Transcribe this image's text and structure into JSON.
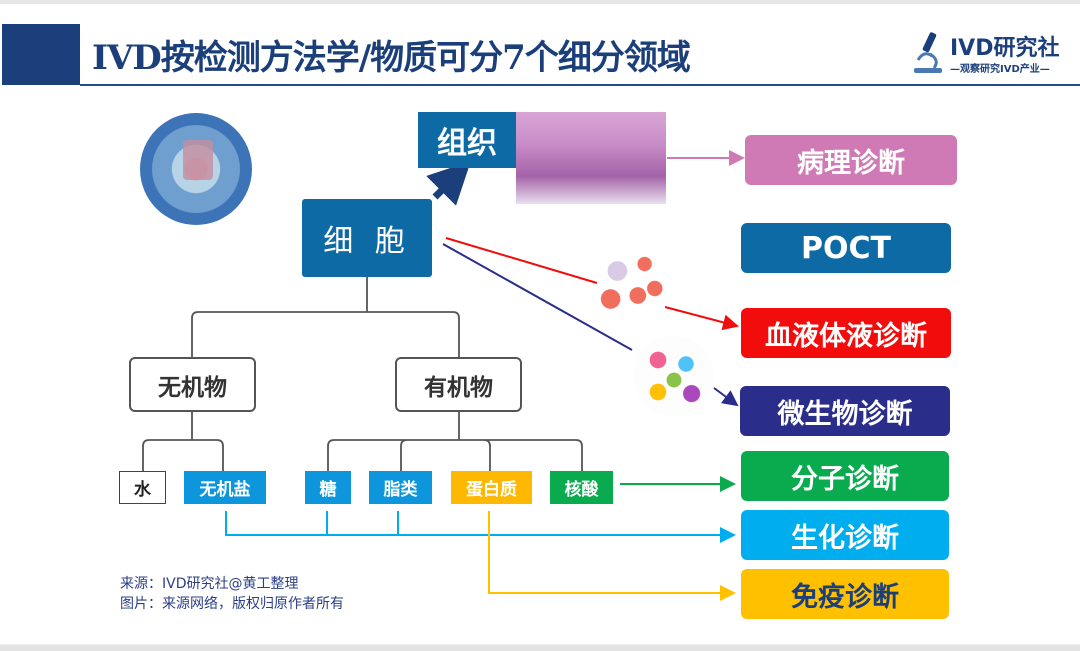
{
  "header": {
    "title": "IVD按检测方法学/物质可分7个细分领域",
    "logo_main": "IVD研究社",
    "logo_sub": "—观察研究IVD产业—"
  },
  "hierarchy": {
    "root": "细 胞",
    "tissue": "组织",
    "branches": [
      {
        "label": "无机物",
        "leaves": [
          "水",
          "无机盐"
        ]
      },
      {
        "label": "有机物",
        "leaves": [
          "糖",
          "脂类",
          "蛋白质",
          "核酸"
        ]
      }
    ]
  },
  "diagnostics": [
    {
      "label": "病理诊断",
      "color": "#d07ab5"
    },
    {
      "label": "POCT",
      "color": "#0e6aa4"
    },
    {
      "label": "血液体液诊断",
      "color": "#f20c0c"
    },
    {
      "label": "微生物诊断",
      "color": "#2b2d8a"
    },
    {
      "label": "分子诊断",
      "color": "#0aab4f"
    },
    {
      "label": "生化诊断",
      "color": "#00aeef"
    },
    {
      "label": "免疫诊断",
      "color": "#ffc000"
    }
  ],
  "images": {
    "cell": "cell-illustration",
    "tissue": "tissue-micrograph",
    "blood": "blood-cells-illustration",
    "microbes": "microbes-illustration"
  },
  "credits": {
    "source": "来源：IVD研究社@黄工整理",
    "images": "图片：来源网络，版权归原作者所有"
  }
}
